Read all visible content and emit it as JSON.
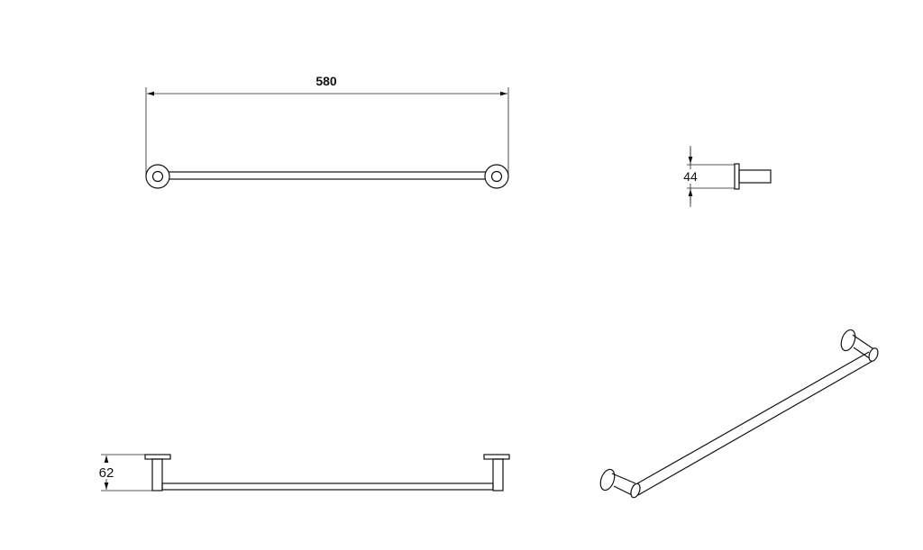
{
  "drawing": {
    "top_view": {
      "dimension_label": "580"
    },
    "side_view": {
      "dimension_label": "44"
    },
    "front_view": {
      "dimension_label": "62"
    },
    "line_color": "#111111",
    "background": "#ffffff"
  }
}
